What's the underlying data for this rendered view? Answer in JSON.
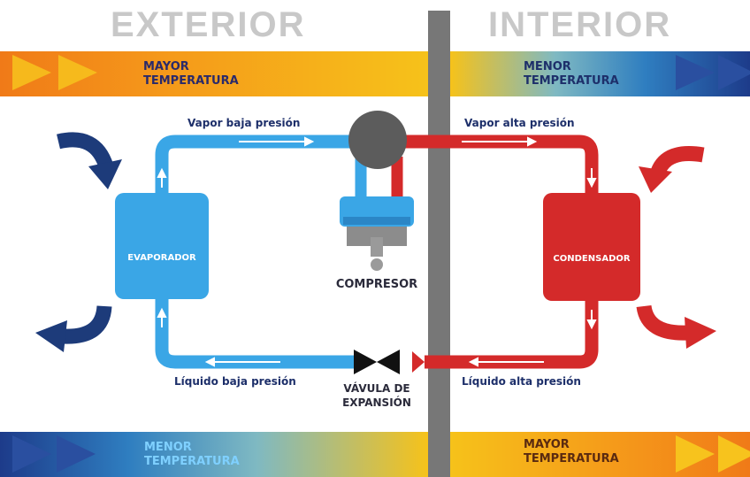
{
  "headings": {
    "exterior": "EXTERIOR",
    "interior": "INTERIOR"
  },
  "bands": {
    "top_left": {
      "line1": "MAYOR",
      "line2": "TEMPERATURA"
    },
    "top_right": {
      "line1": "MENOR",
      "line2": "TEMPERATURA"
    },
    "bottom_left": {
      "line1": "MENOR",
      "line2": "TEMPERATURA"
    },
    "bottom_right": {
      "line1": "MAYOR",
      "line2": "TEMPERATURA"
    }
  },
  "components": {
    "evaporator": "EVAPORADOR",
    "condenser": "CONDENSADOR",
    "compressor": "COMPRESOR",
    "valve_line1": "VÁVULA DE",
    "valve_line2": "EXPANSIÓN"
  },
  "pipes": {
    "vapor_low": "Vapor baja presión",
    "vapor_high": "Vapor alta presión",
    "liquid_low": "Líquido baja presión",
    "liquid_high": "Líquido alta presión"
  },
  "colors": {
    "cold": "#3aa6e6",
    "hot": "#d42a2a",
    "dark_blue": "#1d3b7a",
    "gray_divider": "#777777",
    "heading_gray": "#c8c8c8",
    "orange": "#f28a1e",
    "yellow": "#f6c21a"
  },
  "icons": {
    "air_in_left": "curved-arrow-icon",
    "air_out_left": "curved-arrow-icon",
    "air_in_right": "curved-arrow-icon",
    "air_out_right": "curved-arrow-icon",
    "valve": "bowtie-valve-icon"
  }
}
